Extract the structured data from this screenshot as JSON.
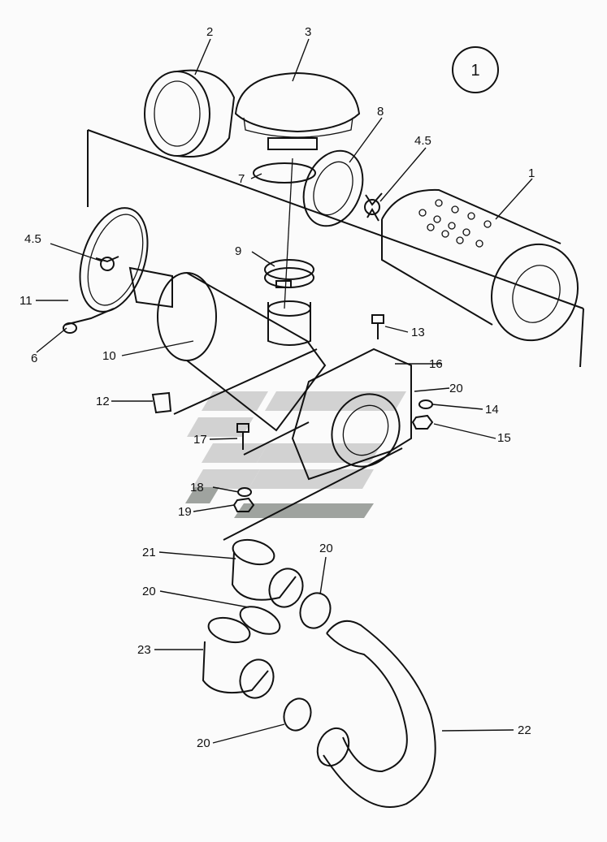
{
  "figure_number": "1",
  "callouts": [
    {
      "id": "c1",
      "text": "1"
    },
    {
      "id": "c2",
      "text": "2"
    },
    {
      "id": "c3",
      "text": "3"
    },
    {
      "id": "c45a",
      "text": "4.5"
    },
    {
      "id": "c45b",
      "text": "4.5"
    },
    {
      "id": "c6",
      "text": "6"
    },
    {
      "id": "c7",
      "text": "7"
    },
    {
      "id": "c8",
      "text": "8"
    },
    {
      "id": "c9",
      "text": "9"
    },
    {
      "id": "c10",
      "text": "10"
    },
    {
      "id": "c11",
      "text": "11"
    },
    {
      "id": "c12",
      "text": "12"
    },
    {
      "id": "c13",
      "text": "13"
    },
    {
      "id": "c14",
      "text": "14"
    },
    {
      "id": "c15",
      "text": "15"
    },
    {
      "id": "c16",
      "text": "16"
    },
    {
      "id": "c17",
      "text": "17"
    },
    {
      "id": "c18",
      "text": "18"
    },
    {
      "id": "c19",
      "text": "19"
    },
    {
      "id": "c20a",
      "text": "20"
    },
    {
      "id": "c20b",
      "text": "20"
    },
    {
      "id": "c20c",
      "text": "20"
    },
    {
      "id": "c20d",
      "text": "20"
    },
    {
      "id": "c21",
      "text": "21"
    },
    {
      "id": "c22",
      "text": "22"
    },
    {
      "id": "c23",
      "text": "23"
    }
  ]
}
